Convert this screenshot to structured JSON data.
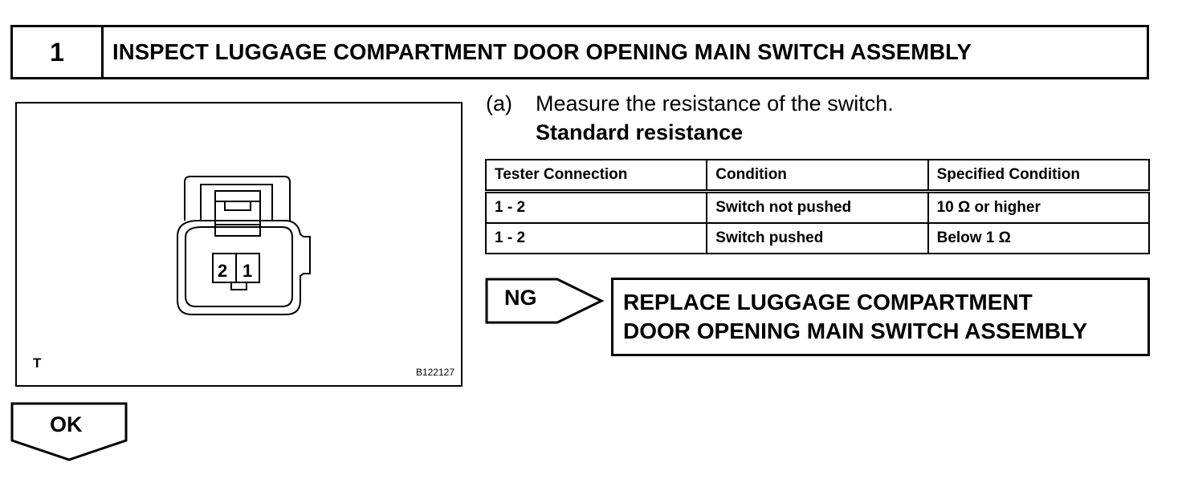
{
  "step": {
    "number": "1",
    "title": "INSPECT LUGGAGE COMPARTMENT DOOR OPENING MAIN SWITCH ASSEMBLY"
  },
  "figure": {
    "pin_labels": [
      "2",
      "1"
    ],
    "tag": "T",
    "code": "B122127"
  },
  "instruction": {
    "tag": "(a)",
    "text": "Measure the resistance of the switch.",
    "standard_label": "Standard resistance"
  },
  "table": {
    "headers": [
      "Tester Connection",
      "Condition",
      "Specified Condition"
    ],
    "rows": [
      [
        "1 - 2",
        "Switch not pushed",
        "10 Ω or higher"
      ],
      [
        "1 - 2",
        "Switch pushed",
        "Below 1 Ω"
      ]
    ]
  },
  "result_ng": {
    "label": "NG",
    "action_line1": "REPLACE LUGGAGE COMPARTMENT",
    "action_line2": "DOOR OPENING MAIN SWITCH ASSEMBLY"
  },
  "result_ok": {
    "label": "OK"
  }
}
